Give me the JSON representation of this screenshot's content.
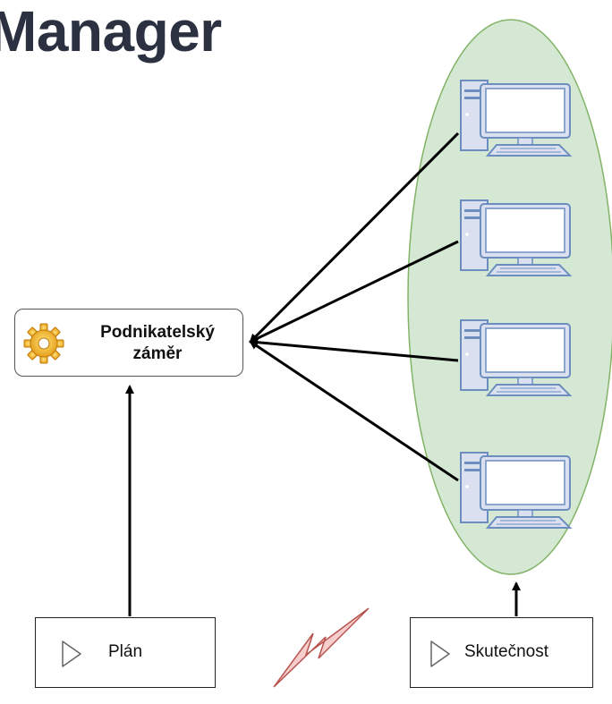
{
  "header": {
    "title": "Manager"
  },
  "goal": {
    "label_line1": "Podnikatelský",
    "label_line2": "záměr",
    "icon": "gear-icon"
  },
  "plan": {
    "label": "Plán",
    "icon": "play-triangle-icon"
  },
  "reality": {
    "label": "Skutečnost",
    "icon": "play-triangle-icon"
  },
  "computers": [
    {
      "icon": "desktop-computer-icon"
    },
    {
      "icon": "desktop-computer-icon"
    },
    {
      "icon": "desktop-computer-icon"
    },
    {
      "icon": "desktop-computer-icon"
    }
  ],
  "colors": {
    "cluster_fill": "#d5e8d4",
    "cluster_stroke": "#82b366",
    "computer_body": "#dae0f0",
    "computer_outline": "#6c8ebf",
    "lightning": "#f8cecc",
    "lightning_stroke": "#b85450"
  }
}
